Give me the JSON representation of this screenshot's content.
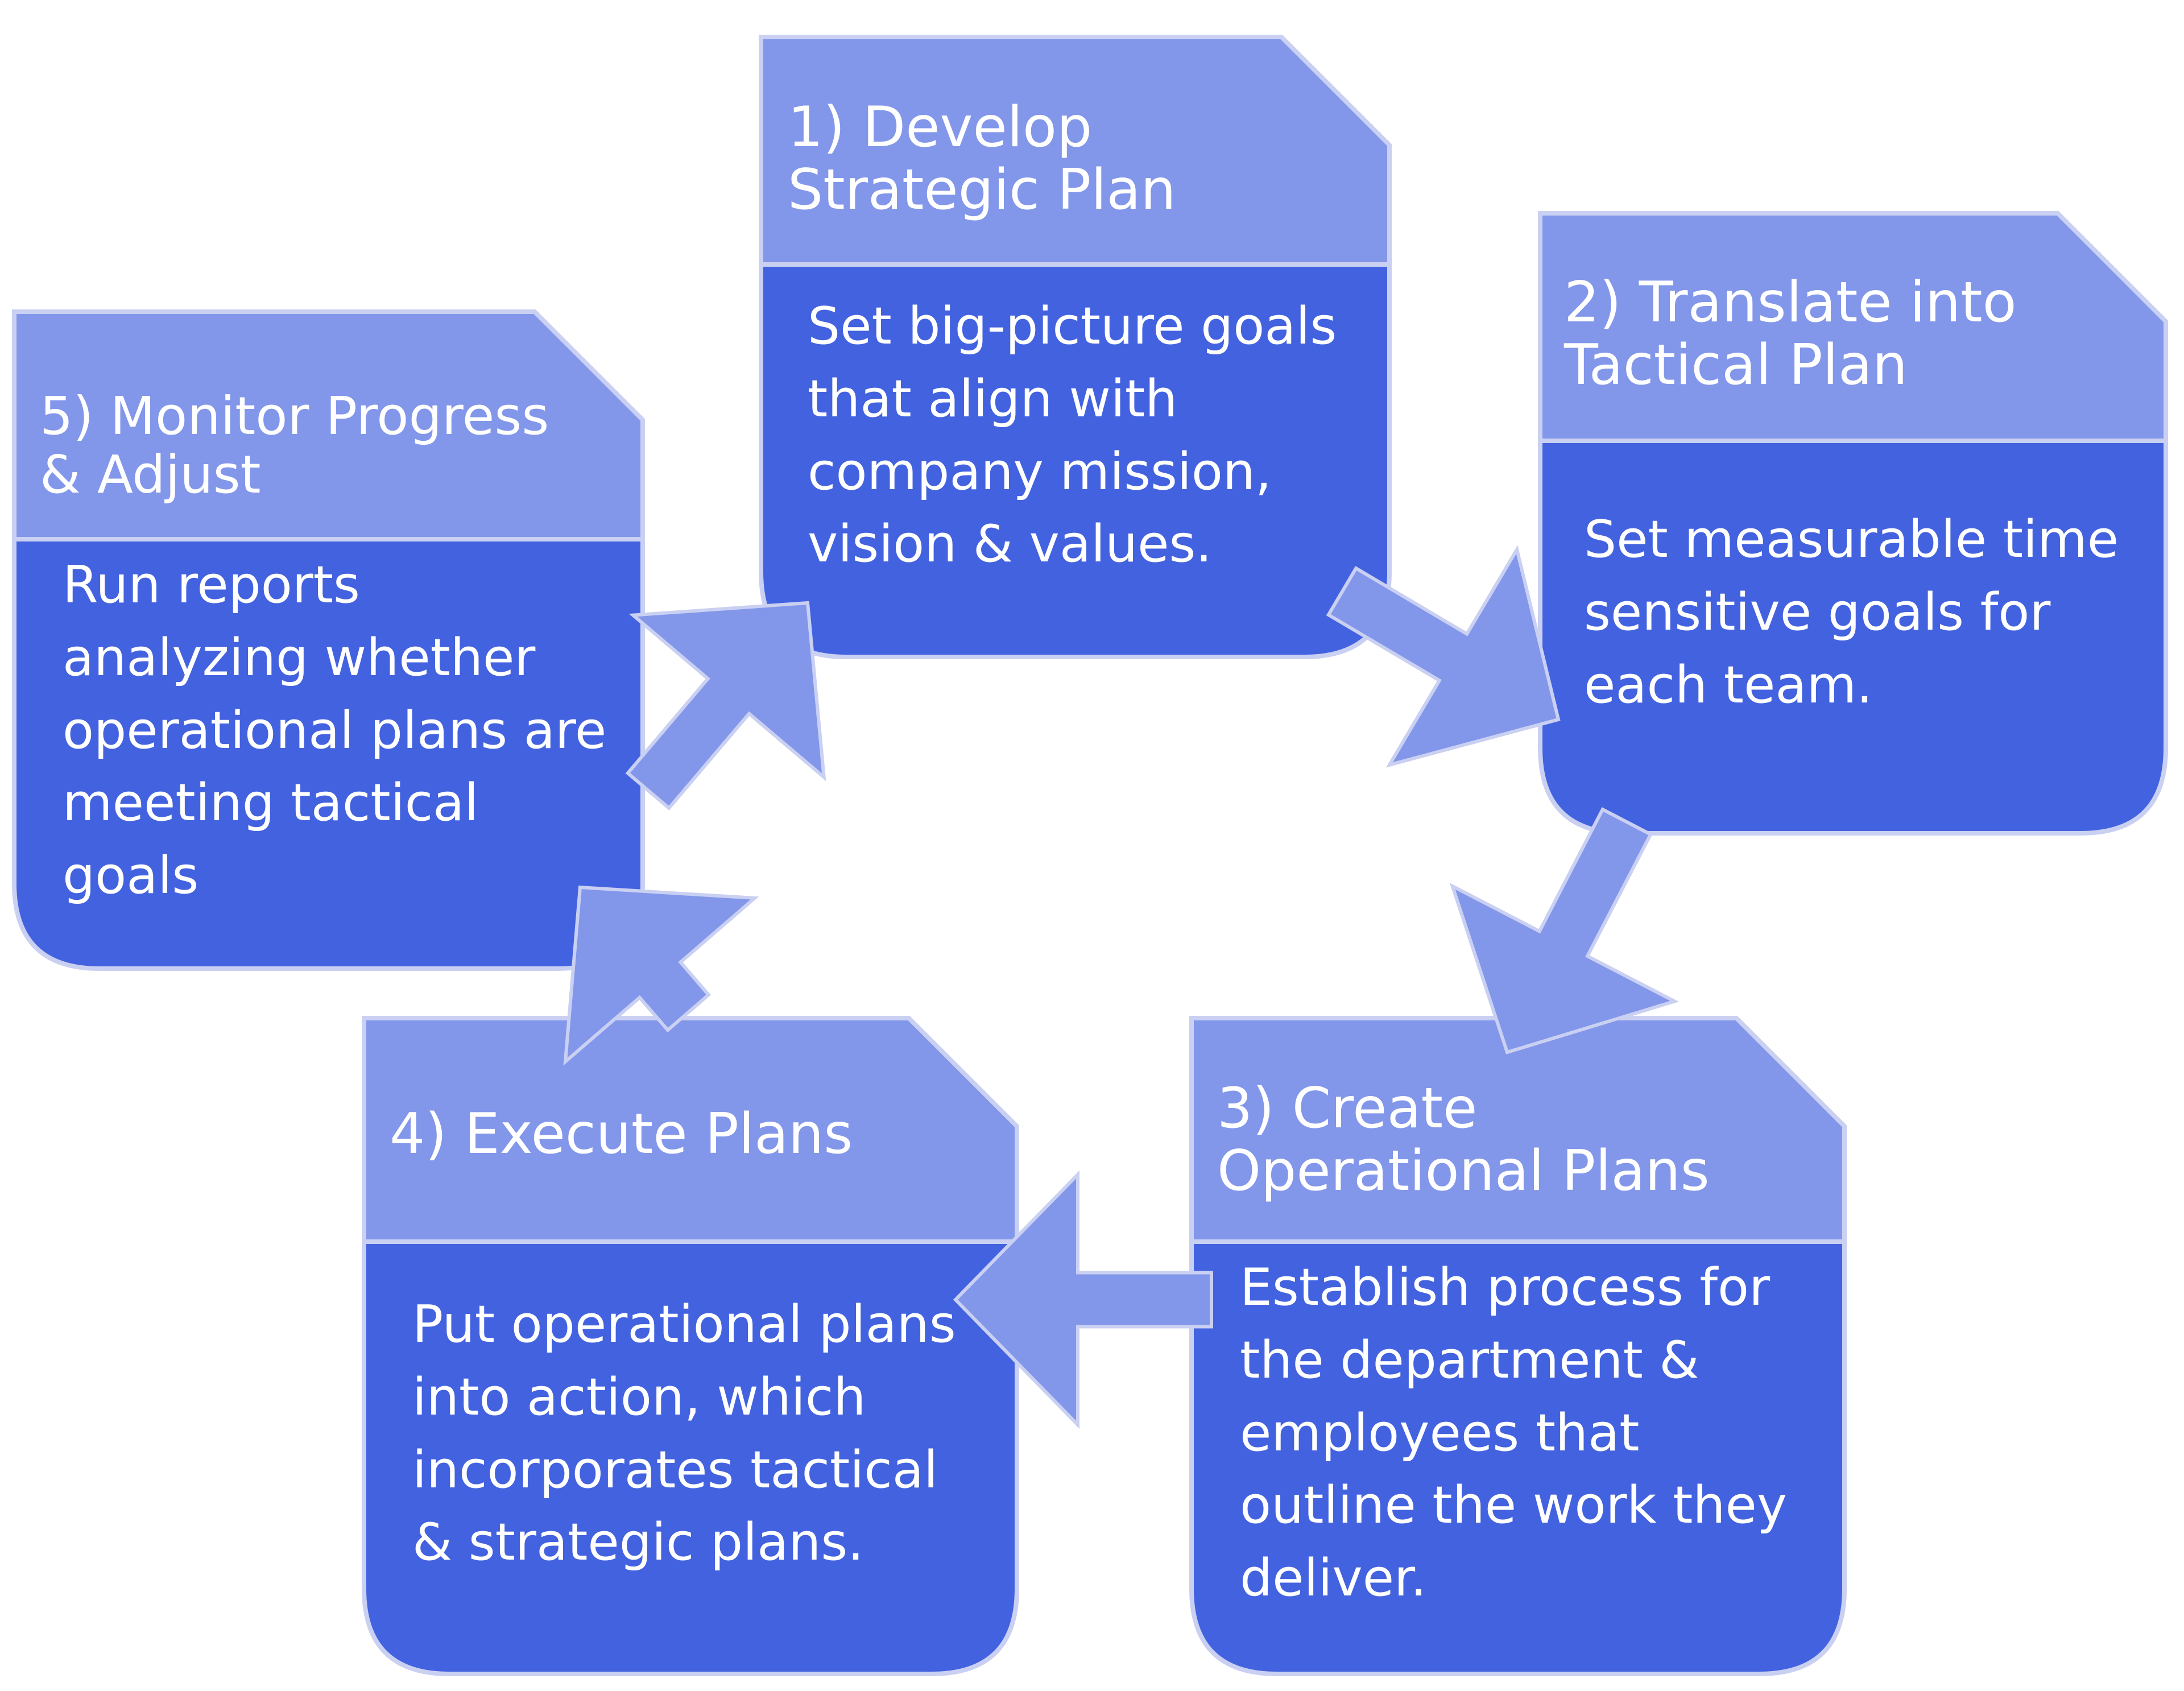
{
  "colors": {
    "header_fill": "#8296EA",
    "body_fill": "#4362DF",
    "outline": "#C9D0F2",
    "arrow_fill": "#8296EA",
    "text": "#FFFFFF"
  },
  "steps": [
    {
      "title": "1) Develop\nStrategic Plan",
      "description": "Set big-picture goals\nthat align with\ncompany mission,\nvision & values."
    },
    {
      "title": "2) Translate into\nTactical Plan",
      "description": "Set measurable time\nsensitive goals for\neach team."
    },
    {
      "title": "3) Create\nOperational Plans",
      "description": "Establish process for\nthe department &\nemployees that\noutline the work they\ndeliver."
    },
    {
      "title": "4) Execute Plans",
      "description": "Put operational plans\ninto action, which\nincorporates tactical\n& strategic plans."
    },
    {
      "title": "5) Monitor Progress\n& Adjust",
      "description": "Run reports\nanalyzing whether\noperational plans are\nmeeting tactical\ngoals"
    }
  ],
  "arrows": [
    {
      "from": "step-1",
      "to": "step-2"
    },
    {
      "from": "step-2",
      "to": "step-3"
    },
    {
      "from": "step-3",
      "to": "step-4"
    },
    {
      "from": "step-4",
      "to": "step-5"
    },
    {
      "from": "step-5",
      "to": "step-1"
    }
  ]
}
